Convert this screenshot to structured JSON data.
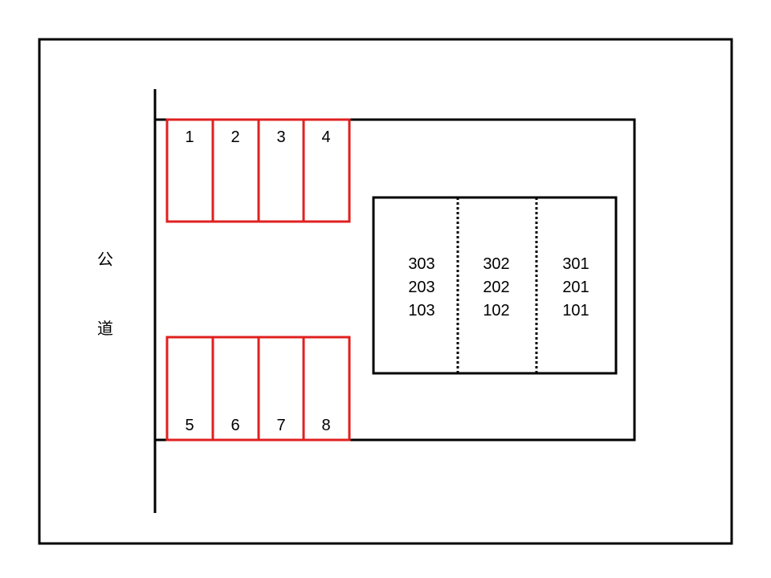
{
  "road": {
    "label_top": "公",
    "label_bottom": "道"
  },
  "parking": {
    "top": [
      "1",
      "2",
      "3",
      "4"
    ],
    "bottom": [
      "5",
      "6",
      "7",
      "8"
    ],
    "color": "#e02020"
  },
  "building": {
    "units": [
      {
        "rooms": [
          "303",
          "203",
          "103"
        ]
      },
      {
        "rooms": [
          "302",
          "202",
          "102"
        ]
      },
      {
        "rooms": [
          "301",
          "201",
          "101"
        ]
      }
    ]
  }
}
